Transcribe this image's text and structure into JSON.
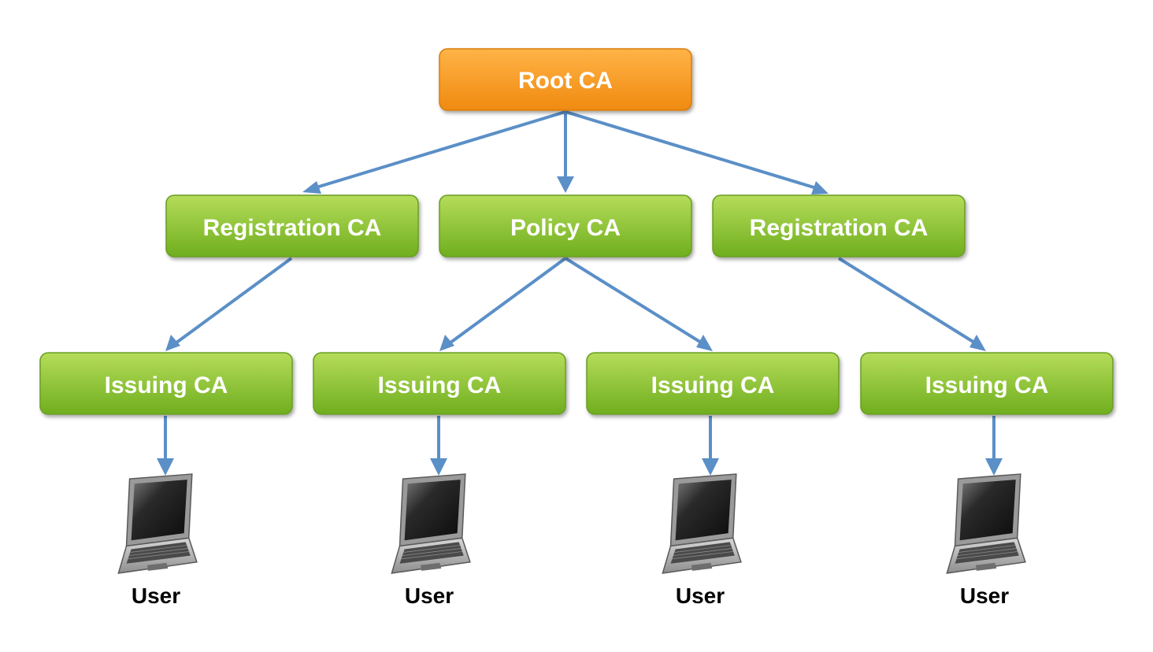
{
  "diagram": {
    "root": {
      "label": "Root CA"
    },
    "level1": [
      {
        "label": "Registration CA"
      },
      {
        "label": "Policy CA"
      },
      {
        "label": "Registration CA"
      }
    ],
    "level2": [
      {
        "label": "Issuing CA"
      },
      {
        "label": "Issuing CA"
      },
      {
        "label": "Issuing CA"
      },
      {
        "label": "Issuing CA"
      }
    ],
    "users": [
      {
        "label": "User",
        "icon": "laptop-icon"
      },
      {
        "label": "User",
        "icon": "laptop-icon"
      },
      {
        "label": "User",
        "icon": "laptop-icon"
      },
      {
        "label": "User",
        "icon": "laptop-icon"
      }
    ],
    "colors": {
      "root_top": "#ffb347",
      "root_bottom": "#f08a10",
      "node_top": "#b5dc5a",
      "node_bottom": "#6fae1e",
      "edge": "#5b8fc7"
    }
  }
}
